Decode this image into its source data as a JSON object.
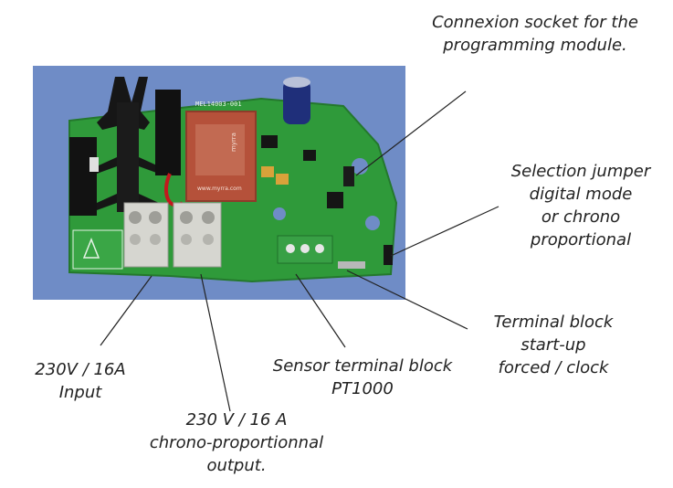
{
  "photo": {
    "background": "#6f8cc6",
    "pcb_color": "#2f9a3a",
    "transformer_color": "#b5513a",
    "terminal_color": "#d6d6d0",
    "sensor_terminal_color": "#38a045",
    "capacitor_color": "#1f2f7a",
    "heatsink_color": "#161616",
    "board_marking": "MEL14003-001",
    "transformer_brand": "myrra",
    "transformer_marking": "www.myrra.com"
  },
  "labels": {
    "programming": [
      "Connexion socket for the",
      "programming module."
    ],
    "jumper": [
      "Selection jumper",
      "digital mode",
      "or chrono",
      "proportional"
    ],
    "startup": [
      "Terminal block",
      "start-up",
      "forced / clock"
    ],
    "sensor": [
      "Sensor terminal block",
      "PT1000"
    ],
    "input": [
      "230V / 16A",
      "Input"
    ],
    "output": [
      "230 V / 16 A",
      "chrono-proportionnal",
      "output."
    ]
  },
  "line_color": "#222222"
}
